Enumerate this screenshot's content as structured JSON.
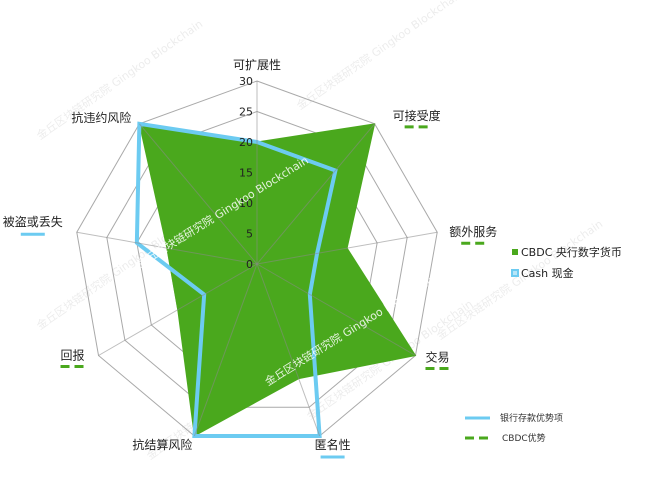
{
  "chart_data": {
    "type": "radar",
    "title": "",
    "axes": [
      "可扩展性",
      "可接受度",
      "额外服务",
      "交易",
      "匿名性",
      "抗结算风险",
      "回报",
      "被盗或丢失",
      "抗违约风险"
    ],
    "rlim": [
      0,
      30
    ],
    "ticks": [
      0,
      5,
      10,
      15,
      20,
      25,
      30
    ],
    "series": [
      {
        "name": "CBDC 央行数字货币",
        "type": "area",
        "color": "#4aa81d",
        "values": [
          20,
          30,
          15,
          30,
          20,
          30,
          15,
          15,
          30
        ]
      },
      {
        "name": "Cash 现金",
        "type": "line",
        "color": "#6ccbf1",
        "values": [
          20,
          20,
          10,
          10,
          30,
          30,
          10,
          20,
          30
        ]
      }
    ],
    "axis_advantage_markers": {
      "可扩展性": "none",
      "可接受度": "CBDC优势",
      "额外服务": "CBDC优势",
      "交易": "CBDC优势",
      "匿名性": "银行存款优势项",
      "抗结算风险": "none",
      "回报": "CBDC优势",
      "被盗或丢失": "银行存款优势项",
      "抗违约风险": "none"
    },
    "legend": [
      {
        "label": "CBDC 央行数字货币",
        "color": "#4aa81d"
      },
      {
        "label": "Cash 现金",
        "color": "#6ccbf1"
      }
    ],
    "legend_position": "right",
    "secondary_legend": [
      {
        "label": "银行存款优势项",
        "style": "solid",
        "color": "#6ccbf1"
      },
      {
        "label": "CBDC优势",
        "style": "dashed",
        "color": "#4aa81d"
      }
    ],
    "grid": true
  },
  "watermark": "金丘区块链研究院 Gingkoo Blockchain"
}
